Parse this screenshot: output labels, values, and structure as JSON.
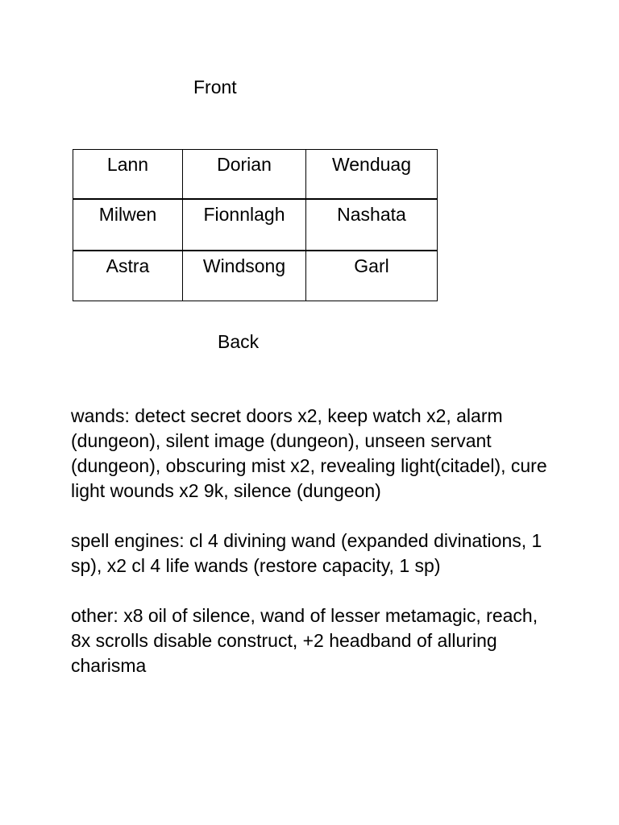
{
  "labels": {
    "front": "Front",
    "back": "Back"
  },
  "table": {
    "rows": [
      [
        "Lann",
        "Dorian",
        "Wenduag"
      ],
      [
        "Milwen",
        "Fionnlagh",
        "Nashata"
      ],
      [
        "Astra",
        "Windsong",
        "Garl"
      ]
    ]
  },
  "body": {
    "paragraphs": [
      {
        "lines": [
          "wands: detect secret doors x2, keep watch x2, alarm",
          "(dungeon), silent image (dungeon), unseen servant",
          "(dungeon), obscuring mist x2, revealing light(citadel), cure",
          "light wounds x2 9k, silence (dungeon)"
        ]
      },
      {
        "lines": [
          "spell engines: cl 4 divining wand (expanded divinations, 1",
          "sp), x2 cl 4 life wands (restore capacity, 1 sp)"
        ]
      },
      {
        "lines": [
          "other: x8 oil of silence, wand of lesser metamagic, reach,",
          "8x scrolls disable construct, +2 headband of alluring",
          "charisma"
        ]
      }
    ]
  },
  "colors": {
    "text": "#000000",
    "background": "#ffffff",
    "table_border": "#000000"
  }
}
